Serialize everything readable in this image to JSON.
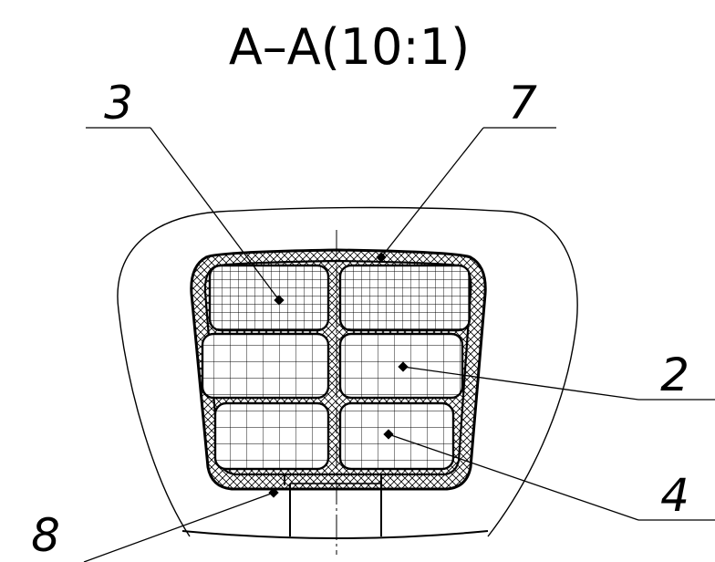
{
  "section": {
    "title": "A–A(10:1)"
  },
  "labels": {
    "item_3": "3",
    "item_7": "7",
    "item_2": "2",
    "item_4": "4",
    "item_8": "8"
  },
  "colors": {
    "line": "#000000",
    "background": "#ffffff"
  }
}
